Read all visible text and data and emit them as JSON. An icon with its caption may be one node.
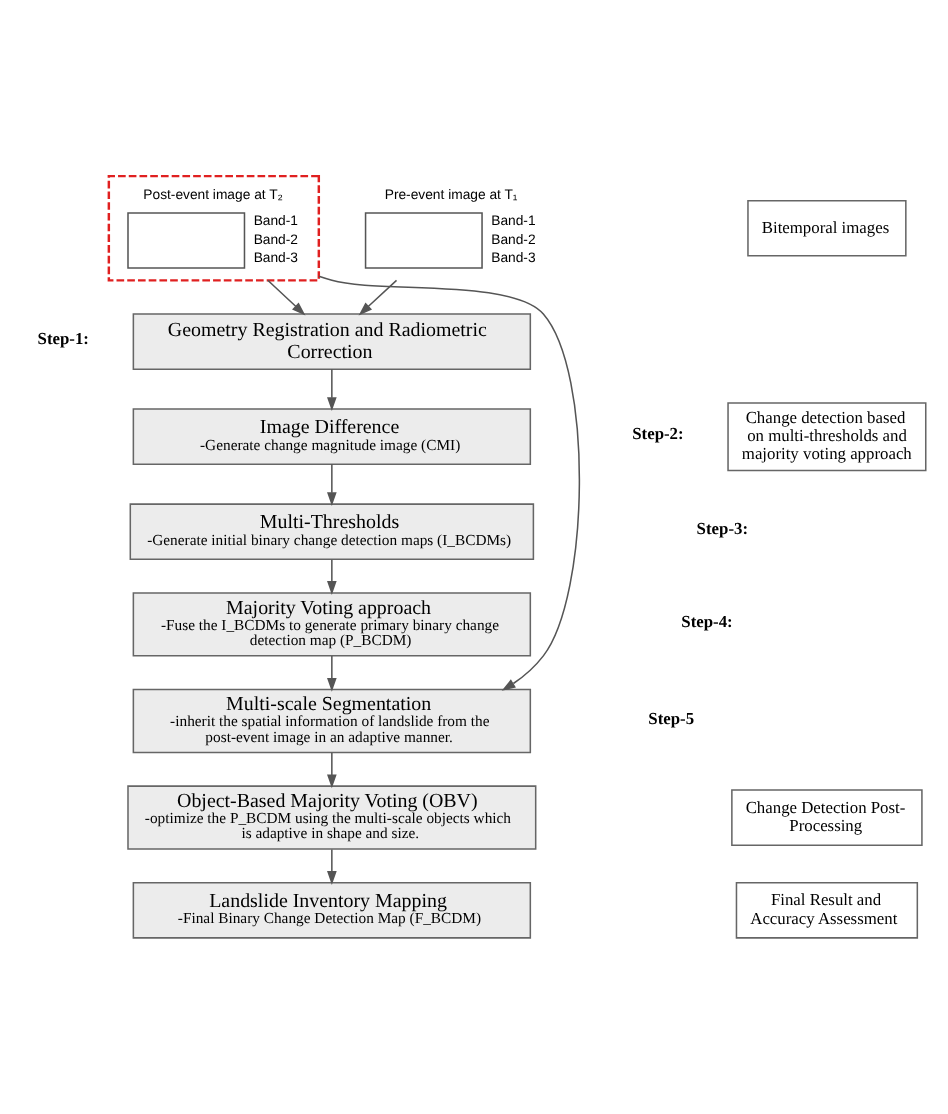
{
  "diagram": {
    "nodes": [
      {
        "text": [
          "Bitemporal images"
        ]
      },
      {
        "text": [
          "Pre-event image at T₁",
          "Band-1",
          "Band-2",
          "Band-3"
        ]
      },
      {
        "text": [
          "Post-event image at T₂",
          "Band-1",
          "Band-2",
          "Band-3"
        ]
      },
      {
        "text": [
          "Geometry Registration and Radiometric Correction"
        ]
      },
      {
        "text": [
          "Change detection based on multi-thresholds and majority voting approach"
        ]
      },
      {
        "text": [
          "Image Difference",
          "-Generate change magnitude image (CMI)"
        ]
      },
      {
        "text": [
          "Multi-Thresholds",
          "-Generate initial binary change detection maps (I_BCDMs)"
        ]
      },
      {
        "text": [
          "Majority Voting approach",
          "-Fuse the I_BCDMs to generate primary binary change detection map (P_BCDM)"
        ]
      },
      {
        "text": [
          "Change Detection Post-Processing"
        ]
      },
      {
        "text": [
          "Multi-scale Segmentation",
          "-inherit the spatial information of landslide from the post-event image in an adaptive manner."
        ]
      },
      {
        "text": [
          "Object-Based Majority Voting (OBV)",
          "-optimize the P_BCDM using the multi-scale objects which is adaptive in shape and size."
        ]
      },
      {
        "text": [
          "Final Result and Accuracy Assessment"
        ]
      },
      {
        "text": [
          "Landslide Inventory Mapping",
          "-Final Binary Change Detection Map (F_BCDM)"
        ]
      }
    ],
    "edges": [
      {
        "from": 1,
        "to": 3,
        "arrow": "to"
      },
      {
        "from": 2,
        "to": 3,
        "arrow": "to"
      },
      {
        "from": 3,
        "to": 5,
        "arrow": "to"
      },
      {
        "from": 5,
        "to": 6,
        "arrow": "to"
      },
      {
        "from": 6,
        "to": 7,
        "arrow": "to"
      },
      {
        "from": 7,
        "to": 9,
        "arrow": "to"
      },
      {
        "from": 2,
        "to": 9,
        "arrow": "to"
      },
      {
        "from": 9,
        "to": 10,
        "arrow": "to"
      },
      {
        "from": 10,
        "to": 12,
        "arrow": "to"
      }
    ],
    "labels": [
      "Step-1:",
      "Step-2:",
      "Step-3:",
      "Step-4:",
      "Step-5"
    ]
  }
}
